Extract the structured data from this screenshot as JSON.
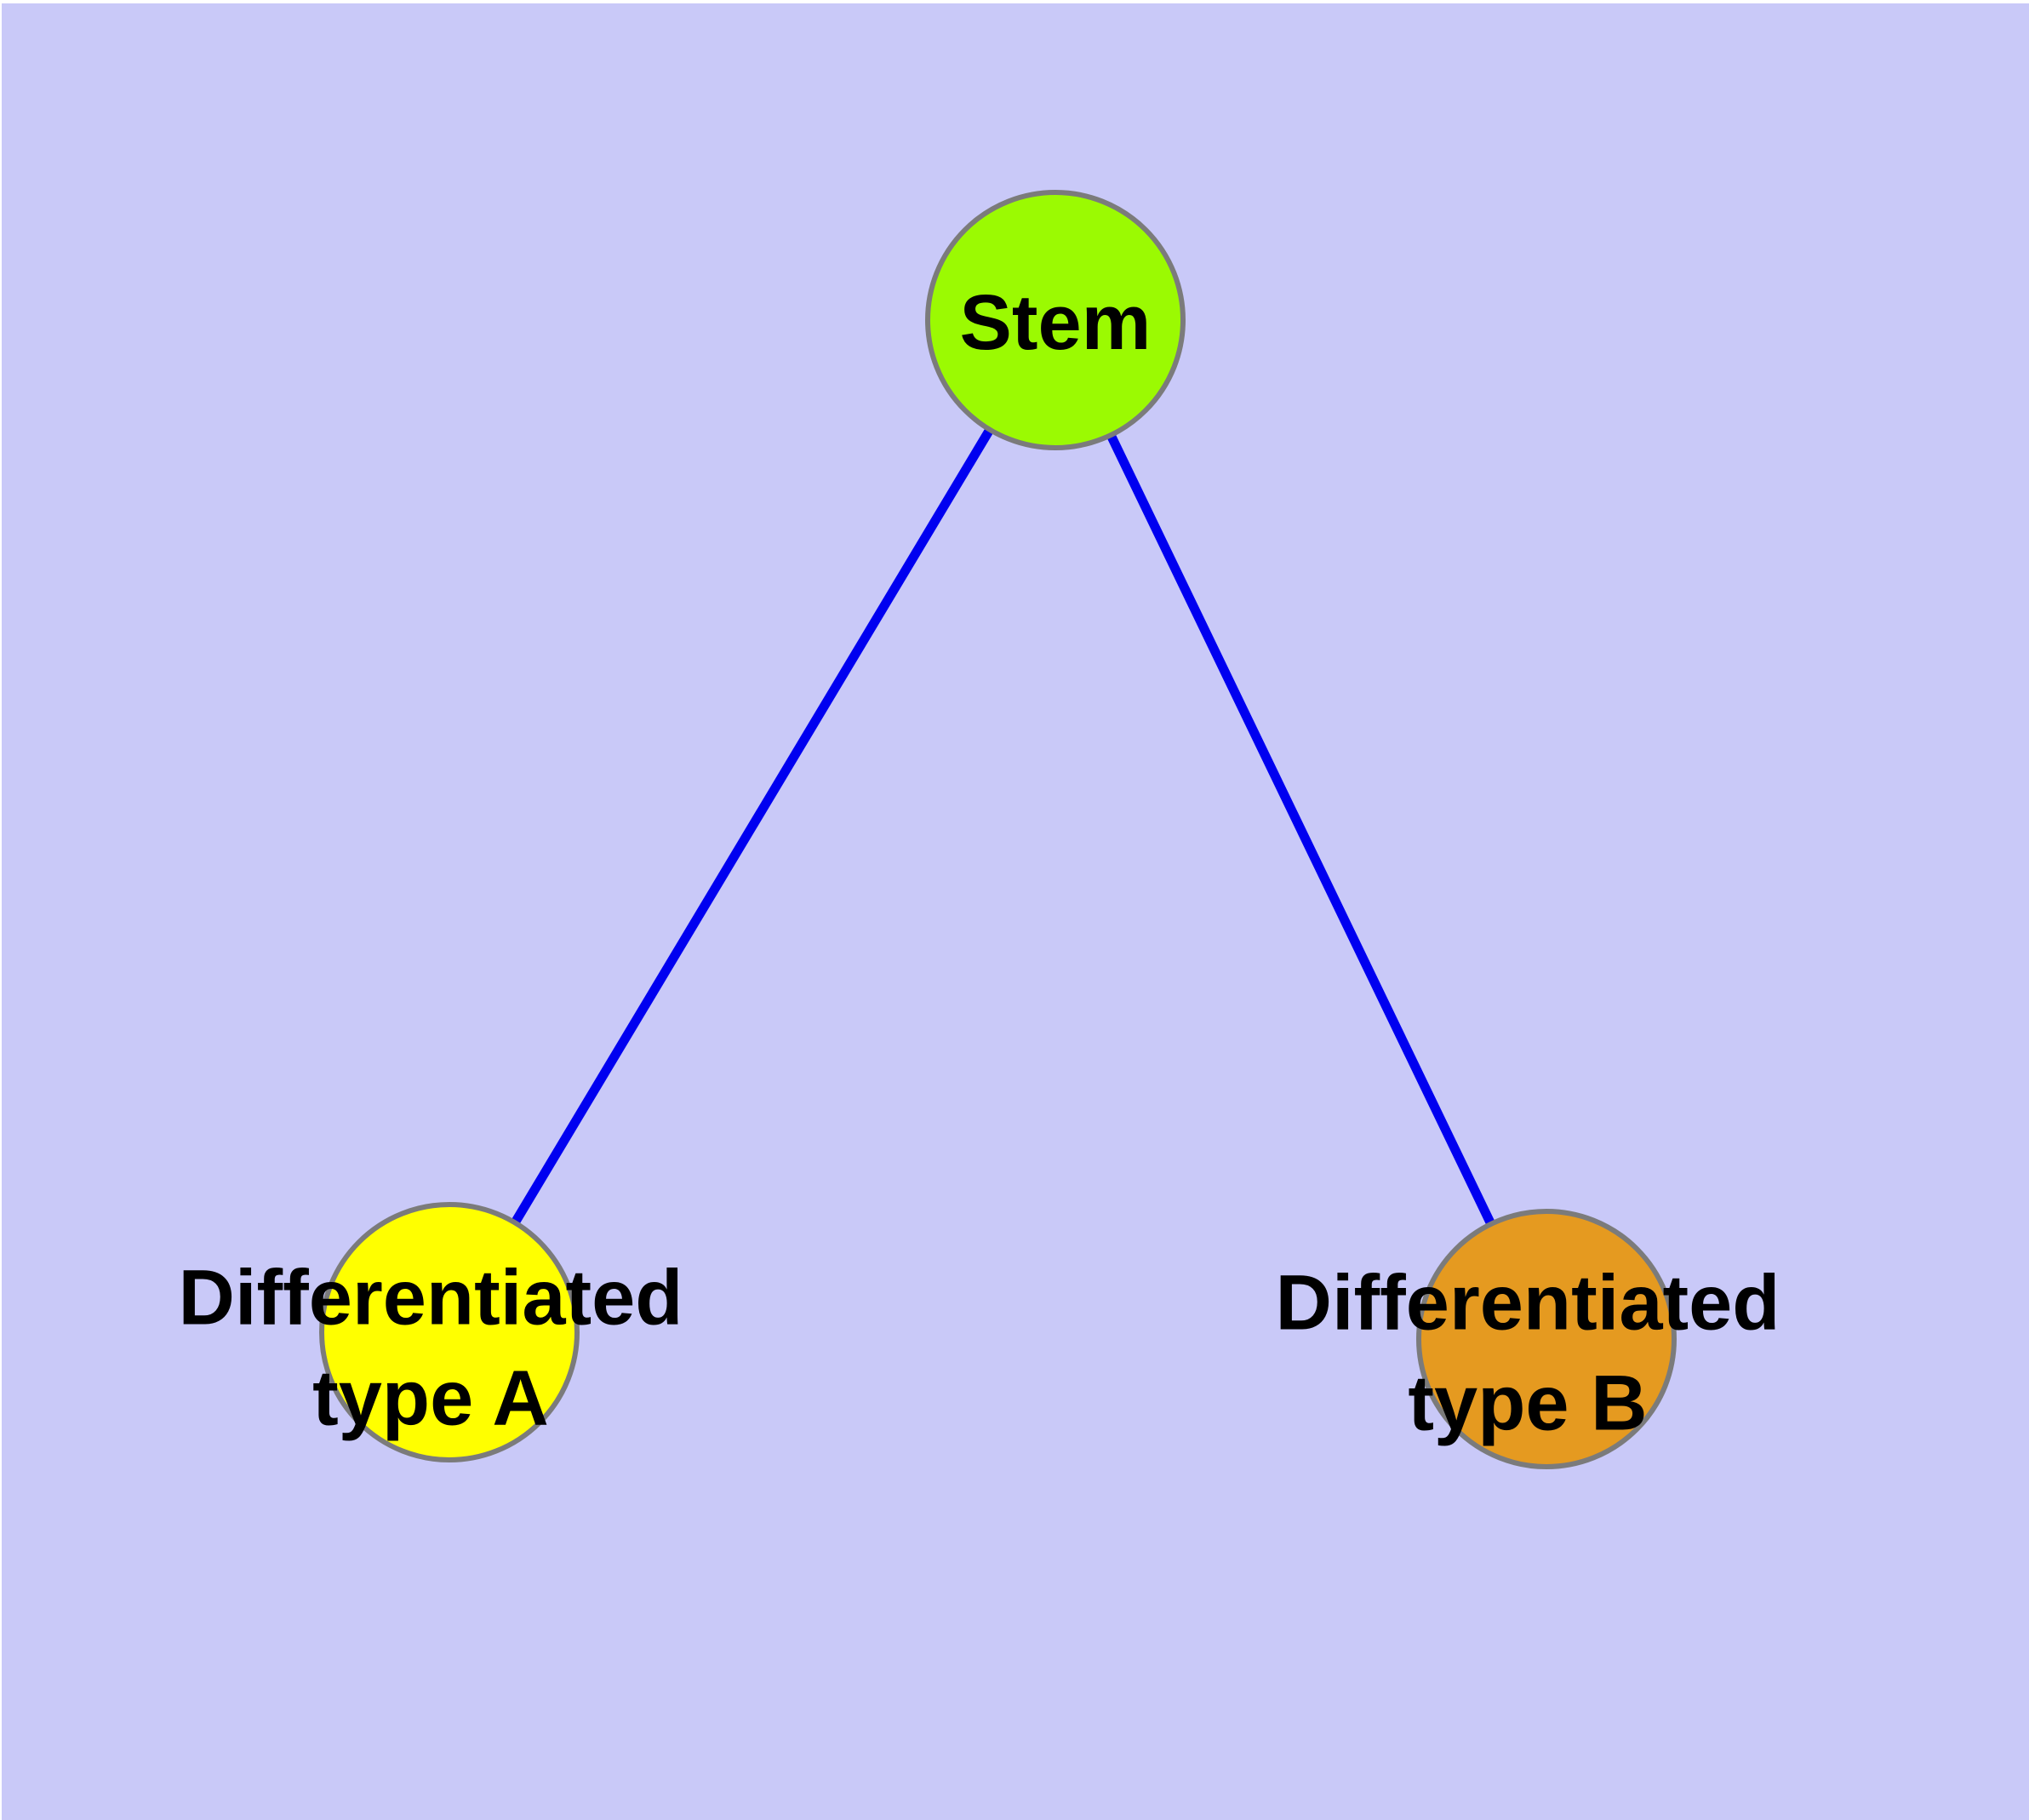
{
  "diagram": {
    "background_color": "#C9C9F8",
    "edge_color": "#0000F0",
    "node_border_color": "#7B7B7B",
    "label_color": "#000000",
    "nodes": [
      {
        "id": "stem",
        "label": "Stem",
        "fill": "#9BFA02"
      },
      {
        "id": "differentiated-type-a",
        "label": "Differentiated\ntype A",
        "fill": "#FFFF00"
      },
      {
        "id": "differentiated-type-b",
        "label": "Differentiated\ntype B",
        "fill": "#E59A20"
      }
    ],
    "edges": [
      {
        "from": "stem",
        "to": "differentiated-type-a"
      },
      {
        "from": "stem",
        "to": "differentiated-type-b"
      }
    ]
  }
}
